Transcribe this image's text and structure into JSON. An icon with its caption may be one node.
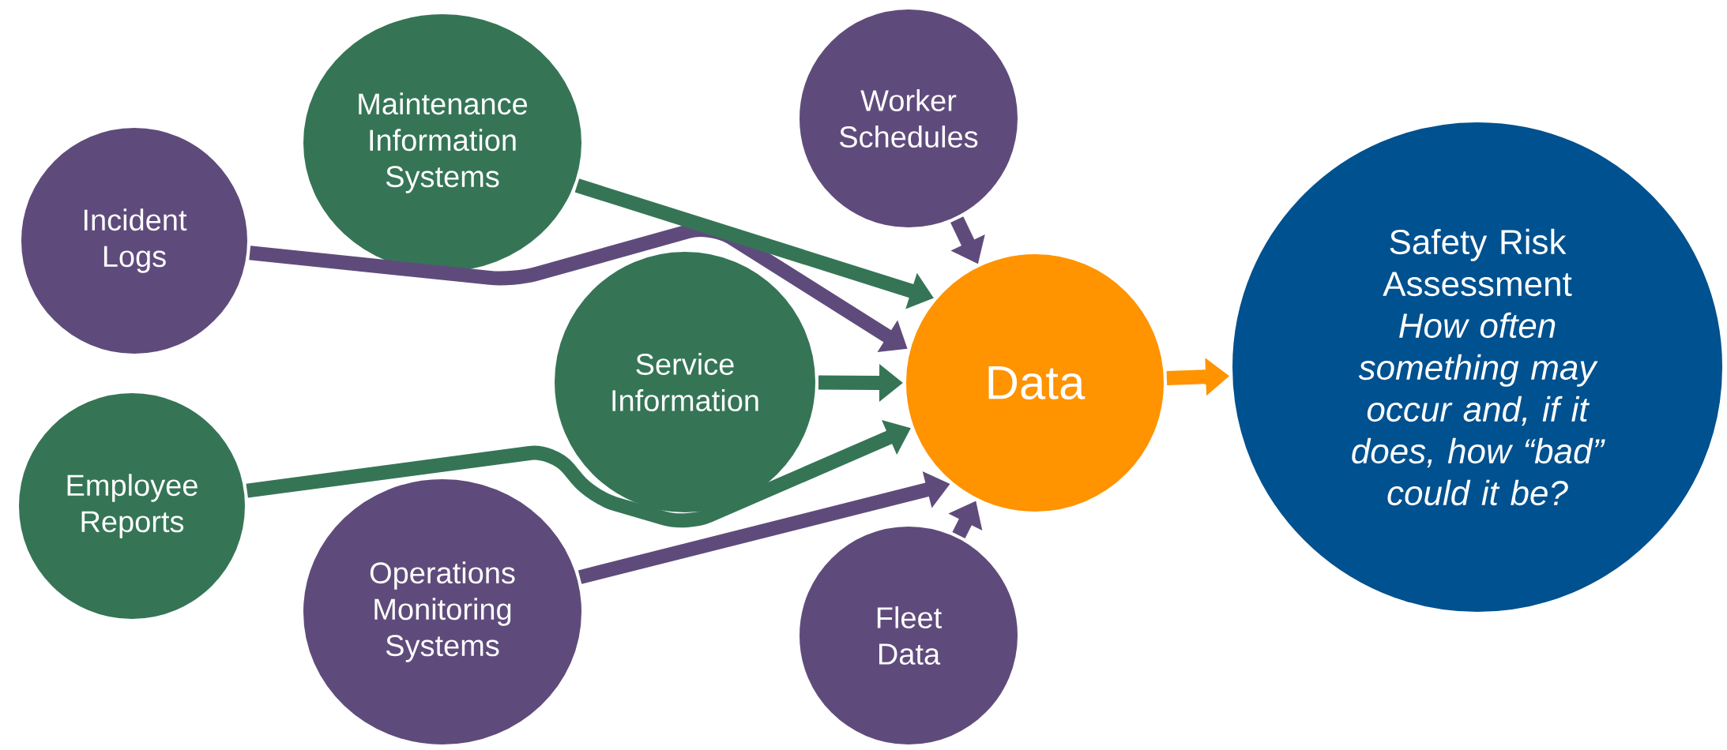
{
  "diagram": {
    "nodes": [
      {
        "text": [
          "Incident Logs"
        ]
      },
      {
        "text": [
          "Maintenance Information Systems"
        ]
      },
      {
        "text": [
          "Worker Schedules"
        ]
      },
      {
        "text": [
          "Service Information"
        ]
      },
      {
        "text": [
          "Employee Reports"
        ]
      },
      {
        "text": [
          "Operations Monitoring Systems"
        ]
      },
      {
        "text": [
          "Fleet Data"
        ]
      },
      {
        "text": [
          "Data"
        ]
      },
      {
        "text": [
          "Safety Risk Assessment",
          "How often something may occur and, if it does, how “bad” could it be?"
        ]
      }
    ],
    "edges": [
      {
        "from": 0,
        "to": 7,
        "arrow": "to",
        "color": "#5f4b7b"
      },
      {
        "from": 1,
        "to": 7,
        "arrow": "to",
        "color": "#357556"
      },
      {
        "from": 2,
        "to": 7,
        "arrow": "to",
        "color": "#5f4b7b"
      },
      {
        "from": 3,
        "to": 7,
        "arrow": "to",
        "color": "#357556"
      },
      {
        "from": 4,
        "to": 7,
        "arrow": "to",
        "color": "#357556"
      },
      {
        "from": 5,
        "to": 7,
        "arrow": "to",
        "color": "#5f4b7b"
      },
      {
        "from": 6,
        "to": 7,
        "arrow": "to",
        "color": "#5f4b7b"
      },
      {
        "from": 7,
        "to": 8,
        "arrow": "to",
        "color": "#ff9300"
      }
    ]
  }
}
